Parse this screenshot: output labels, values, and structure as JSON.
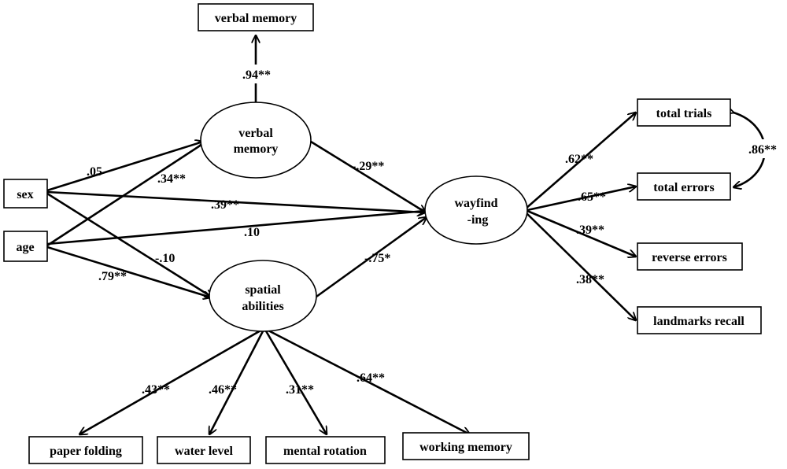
{
  "nodes": {
    "verbal_memory_indicator": "verbal memory",
    "verbal_memory_latent_line1": "verbal",
    "verbal_memory_latent_line2": "memory",
    "spatial_latent_line1": "spatial",
    "spatial_latent_line2": "abilities",
    "wayfinding_line1": "wayfind",
    "wayfinding_line2": "-ing",
    "sex": "sex",
    "age": "age",
    "total_trials": "total trials",
    "total_errors": "total errors",
    "reverse_errors": "reverse errors",
    "landmarks_recall": "landmarks recall",
    "paper_folding": "paper folding",
    "water_level": "water level",
    "mental_rotation": "mental rotation",
    "working_memory": "working memory"
  },
  "coefficients": {
    "verbal_to_indicator": ".94**",
    "sex_to_verbal": ".05",
    "age_to_verbal": ".34**",
    "sex_to_wayfinding": ".39**",
    "age_to_wayfinding": ".10",
    "sex_to_spatial": "-.10",
    "age_to_spatial": ".79**",
    "verbal_to_wayfinding": "-.29**",
    "spatial_to_wayfinding": "-.75*",
    "wayfinding_to_total_trials": ".62**",
    "wayfinding_to_total_errors": ".65**",
    "wayfinding_to_reverse_errors": ".39**",
    "wayfinding_to_landmarks": ".38**",
    "trials_errors_covariance": ".86**",
    "spatial_to_paper_folding": ".43**",
    "spatial_to_water_level": ".46**",
    "spatial_to_mental_rotation": ".31**",
    "spatial_to_working_memory": ".64**"
  }
}
